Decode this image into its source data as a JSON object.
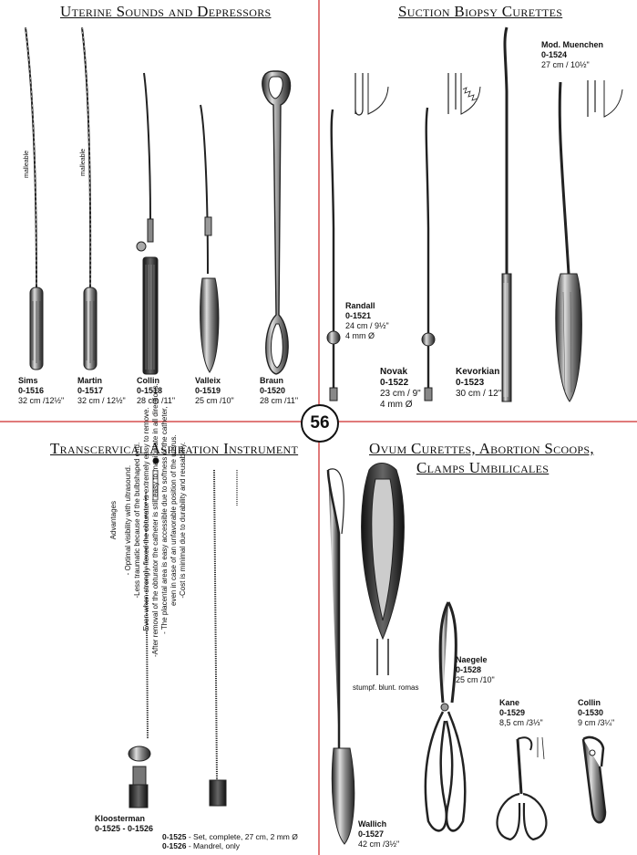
{
  "page_number": "56",
  "sections": {
    "uterine": {
      "title": "Uterine Sounds and Depressors",
      "malleable_note": "malleable",
      "items": [
        {
          "name": "Sims",
          "code": "0-1516",
          "size": "32 cm /12½\""
        },
        {
          "name": "Martin",
          "code": "0-1517",
          "size": "32 cm / 12½\""
        },
        {
          "name": "Collin",
          "code": "0-1518",
          "size": "28 cm /11\""
        },
        {
          "name": "Valleix",
          "code": "0-1519",
          "size": "25 cm /10\""
        },
        {
          "name": "Braun",
          "code": "0-1520",
          "size": "28 cm /11\""
        }
      ]
    },
    "suction": {
      "title": "Suction Biopsy Curettes",
      "items": [
        {
          "name": "Randall",
          "code": "0-1521",
          "size": "24 cm / 9½\"",
          "extra": "4 mm Ø"
        },
        {
          "name": "Novak",
          "code": "0-1522",
          "size": "23 cm / 9\"",
          "extra": "4 mm Ø"
        },
        {
          "name": "Kevorkian",
          "code": "0-1523",
          "size": "30 cm / 12\""
        },
        {
          "name": "Mod. Muenchen",
          "code": "0-1524",
          "size": "27 cm / 10½\""
        }
      ]
    },
    "aspiration": {
      "title": "Transcervical Aspiration Instrument",
      "advantages_heading": "Advantages",
      "advantages": [
        "- Optimal visibility with ultrasound.",
        "-Less traumatic because of the bulbshaped end.",
        "-Even when strongly flexed the obturator is extremely easy to remove.",
        "-After removal of the obturator the catheter is still easy to manipulate in all directions.",
        "- The placental area is easy accessible due to softness of the catheter,",
        "even in case of an unfavorable position of the uterus.",
        "-Cost is minimal due to durability and reusability."
      ],
      "item_name": "Kloosterman",
      "item_code": "0-1525 - 0-1526",
      "variants": [
        {
          "code": "0-1525",
          "desc": "- Set, complete, 27 cm, 2 mm Ø"
        },
        {
          "code": "0-1526",
          "desc": "- Mandrel, only"
        }
      ]
    },
    "ovum": {
      "title_line1": "Ovum Curettes, Abortion Scoops,",
      "title_line2": "Clamps Umbilicales",
      "scoop_caption": "stumpf. blunt. romas",
      "items": [
        {
          "name": "Wallich",
          "code": "0-1527",
          "size": "42 cm /3½\""
        },
        {
          "name": "Naegele",
          "code": "0-1528",
          "size": "25 cm /10\""
        },
        {
          "name": "Kane",
          "code": "0-1529",
          "size": "8,5 cm /3⅓\""
        },
        {
          "name": "Collin",
          "code": "0-1530",
          "size": "9 cm /3¼\""
        }
      ]
    }
  }
}
